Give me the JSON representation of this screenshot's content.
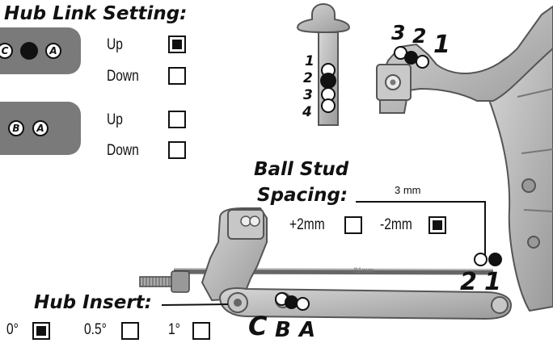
{
  "hub_link": {
    "title": "Hub Link Setting:",
    "top_pill": {
      "left_letter": "C",
      "right_letter": "A"
    },
    "bottom_pill": {
      "left_letter": "B",
      "right_letter": "A"
    },
    "top_options": [
      {
        "label": "Up",
        "checked": true
      },
      {
        "label": "Down",
        "checked": false
      }
    ],
    "bottom_options": [
      {
        "label": "Up",
        "checked": false
      },
      {
        "label": "Down",
        "checked": false
      }
    ]
  },
  "pin": {
    "labels": [
      "1",
      "2",
      "3",
      "4"
    ]
  },
  "tower": {
    "labels": [
      "3",
      "2",
      "1"
    ]
  },
  "ball_stud": {
    "title_line1": "Ball Stud",
    "title_line2": "Spacing:",
    "dimension": "3 mm",
    "options": [
      {
        "label": "+2mm",
        "checked": false
      },
      {
        "label": "-2mm",
        "checked": true
      }
    ]
  },
  "link_text": "81mm",
  "bulkhead": {
    "labels": [
      "2",
      "1"
    ]
  },
  "hub_insert": {
    "title": "Hub Insert:",
    "options": [
      {
        "label": "0°",
        "checked": true
      },
      {
        "label": "0.5°",
        "checked": false
      },
      {
        "label": "1°",
        "checked": false
      }
    ]
  },
  "arm_labels": {
    "c": "C",
    "b": "B",
    "a": "A"
  },
  "colors": {
    "part_fill": "#b9b9b9",
    "part_stroke": "#555555",
    "pill": "#7a7a7a"
  }
}
